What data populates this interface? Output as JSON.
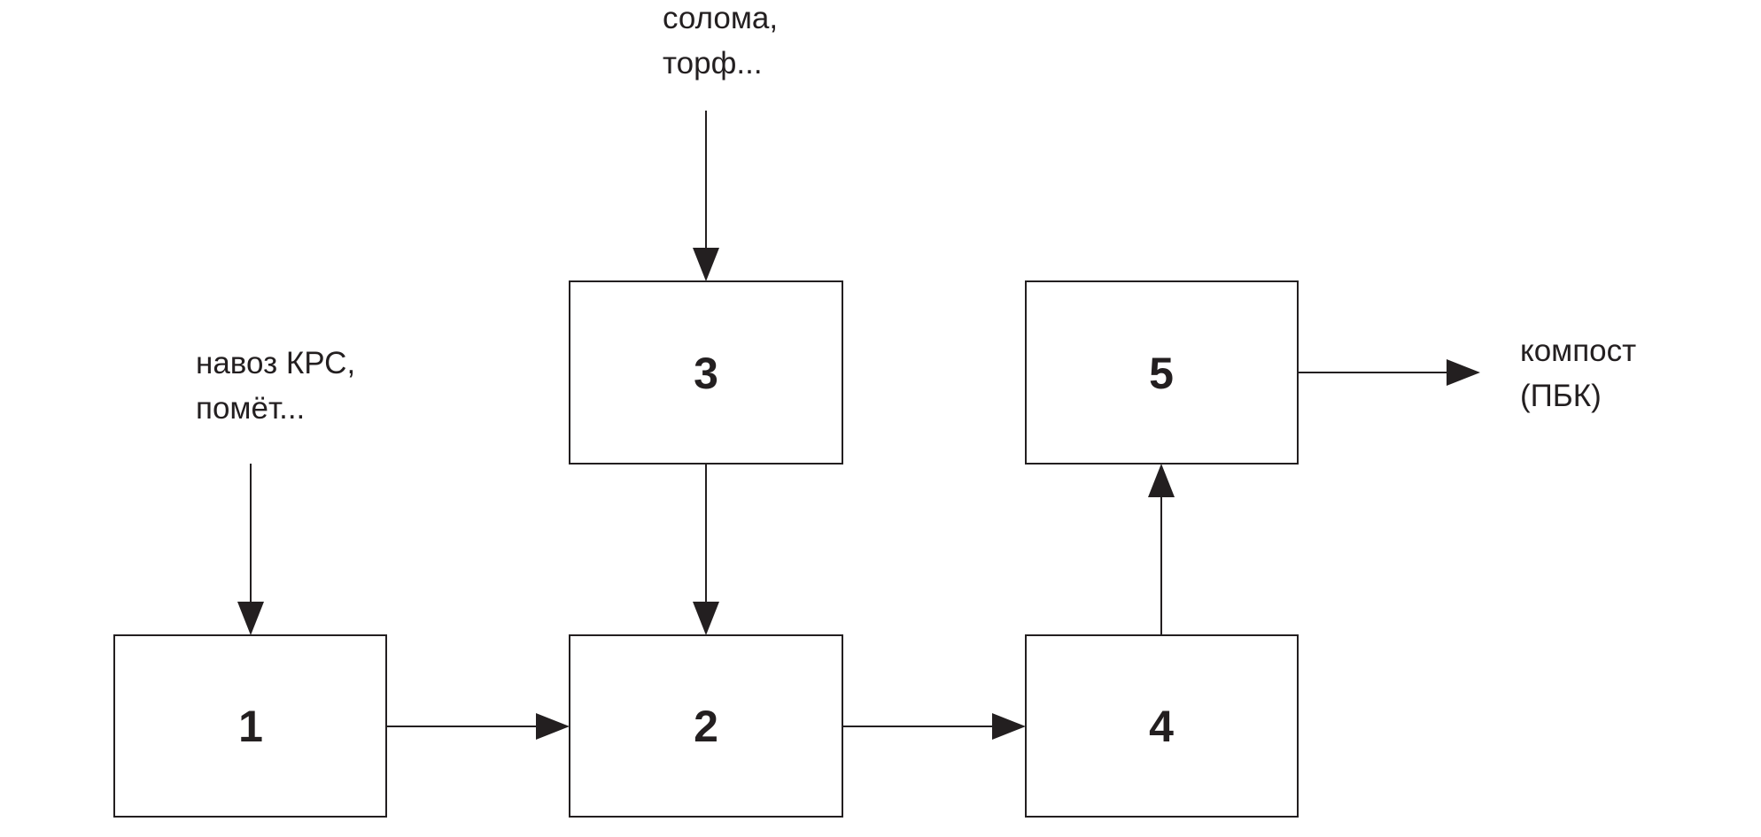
{
  "diagram": {
    "nodes": [
      {
        "id": "1",
        "label": "1"
      },
      {
        "id": "2",
        "label": "2"
      },
      {
        "id": "3",
        "label": "3"
      },
      {
        "id": "4",
        "label": "4"
      },
      {
        "id": "5",
        "label": "5"
      }
    ],
    "inputs": {
      "manure": {
        "lines": [
          "навоз КРС,",
          "помёт..."
        ],
        "to": "1"
      },
      "straw": {
        "lines": [
          "солома,",
          "торф..."
        ],
        "to": "3"
      }
    },
    "output": {
      "lines": [
        "компост",
        "(ПБК)"
      ],
      "from": "5"
    },
    "edges": [
      {
        "from": "manure",
        "to": "1"
      },
      {
        "from": "straw",
        "to": "3"
      },
      {
        "from": "1",
        "to": "2"
      },
      {
        "from": "3",
        "to": "2"
      },
      {
        "from": "2",
        "to": "4"
      },
      {
        "from": "4",
        "to": "5"
      },
      {
        "from": "5",
        "to": "output"
      }
    ],
    "colors": {
      "stroke": "#231f20",
      "background": "#ffffff"
    }
  }
}
